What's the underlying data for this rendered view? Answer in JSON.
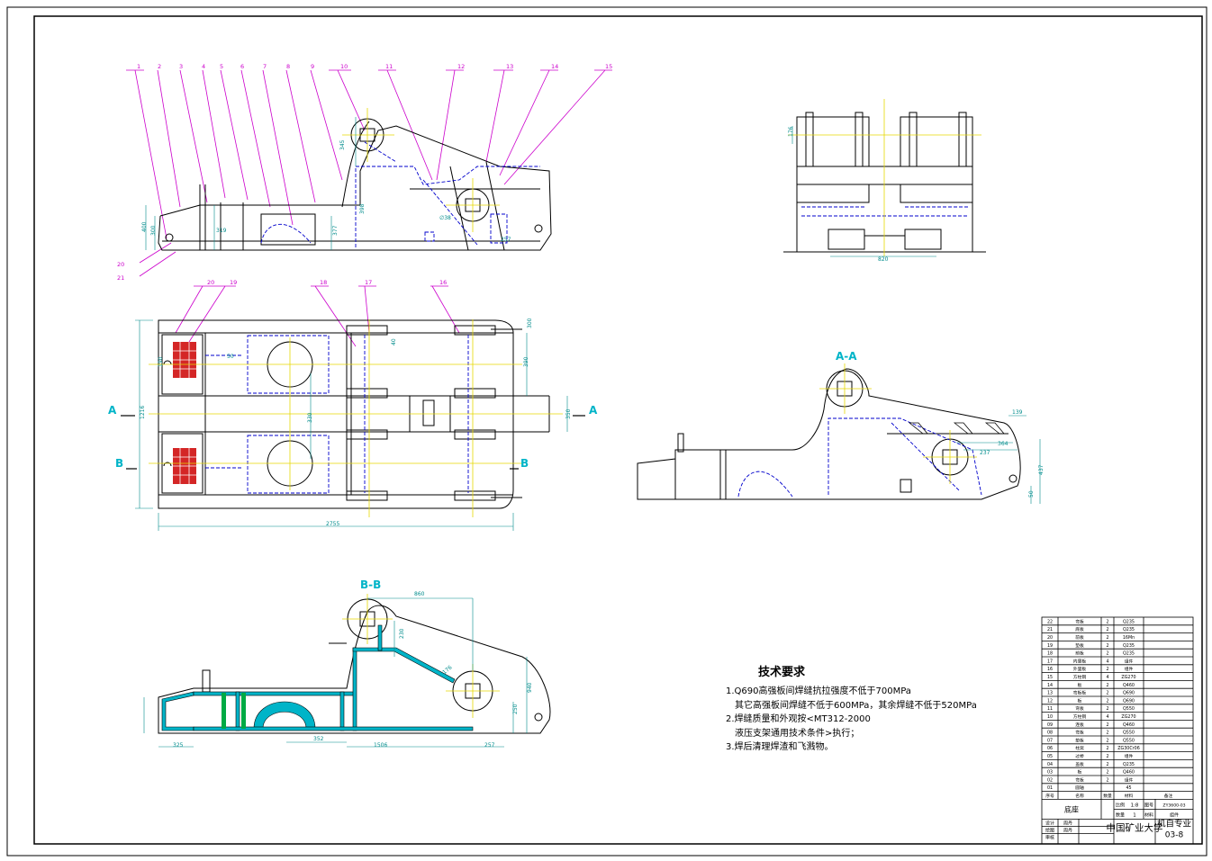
{
  "colors": {
    "outline": "#000000",
    "hidden": "#0000cc",
    "center": "#e6d800",
    "leader": "#cc00cc",
    "dimension": "#008c8c",
    "section_label": "#00b4c8",
    "hatch_red": "#cc0000",
    "weld_green": "#00aa44",
    "section_fill": "#00b4c8"
  },
  "balloons_top": [
    "1",
    "2",
    "3",
    "4",
    "5",
    "6",
    "7",
    "8",
    "9",
    "10",
    "11",
    "12",
    "13",
    "14",
    "15"
  ],
  "balloons_bottom_left": [
    "20",
    "21"
  ],
  "balloons_plan": [
    "20",
    "19",
    "18",
    "17",
    "16"
  ],
  "dims_front": [
    "400",
    "300",
    "319",
    "377",
    "257",
    "345",
    "398",
    "∅38"
  ],
  "dims_end": [
    "176",
    "820"
  ],
  "dims_plan": [
    "2755",
    "1216",
    "350",
    "390",
    "300",
    "40",
    "50",
    "330",
    "190"
  ],
  "dims_aa": [
    "139",
    "364",
    "237",
    "437",
    "50"
  ],
  "dims_bb": [
    "860",
    "325",
    "352",
    "1506",
    "257",
    "940",
    "250",
    "230",
    "176"
  ],
  "section_labels": {
    "aa": "A-A",
    "bb": "B-B",
    "a_left": "A",
    "a_right": "A",
    "b_left": "B",
    "b_right": "B"
  },
  "tech": {
    "title": "技术要求",
    "lines": [
      "1.Q690高强板间焊缝抗拉强度不低于700MPa",
      "其它高强板间焊缝不低于600MPa，其余焊缝不低于520MPa",
      "2.焊缝质量和外观按<MT312-2000",
      "液压支架通用技术条件>执行；",
      "3.焊后清理焊渣和飞溅物。"
    ]
  },
  "bom": {
    "rows": [
      [
        "22",
        "弯板",
        "2",
        "Q235",
        ""
      ],
      [
        "21",
        "底板",
        "2",
        "Q235",
        ""
      ],
      [
        "20",
        "前板",
        "2",
        "16Mn",
        ""
      ],
      [
        "19",
        "垫板",
        "2",
        "Q235",
        ""
      ],
      [
        "18",
        "前板",
        "2",
        "Q235",
        ""
      ],
      [
        "17",
        "内里板",
        "4",
        "组件",
        ""
      ],
      [
        "16",
        "外里板",
        "2",
        "组件",
        ""
      ],
      [
        "15",
        "方柱铜",
        "4",
        "ZG270",
        ""
      ],
      [
        "14",
        "板",
        "2",
        "Q460",
        ""
      ],
      [
        "13",
        "弯板板",
        "2",
        "Q690",
        ""
      ],
      [
        "12",
        "板",
        "2",
        "Q690",
        ""
      ],
      [
        "11",
        "弯板",
        "2",
        "Q550",
        ""
      ],
      [
        "10",
        "方柱铜",
        "4",
        "ZG270",
        ""
      ],
      [
        "09",
        "连板",
        "2",
        "Q460",
        ""
      ],
      [
        "08",
        "弯板",
        "2",
        "Q550",
        ""
      ],
      [
        "07",
        "垫板",
        "2",
        "Q550",
        ""
      ],
      [
        "06",
        "柱窝",
        "2",
        "ZG30Cr06",
        ""
      ],
      [
        "05",
        "过桥",
        "2",
        "组件",
        ""
      ],
      [
        "04",
        "盖板",
        "2",
        "Q235",
        ""
      ],
      [
        "03",
        "板",
        "2",
        "Q460",
        ""
      ],
      [
        "02",
        "弯板",
        "2",
        "组件",
        ""
      ],
      [
        "01",
        "圆轴",
        "",
        "45",
        ""
      ]
    ],
    "header": [
      "序号",
      "名称",
      "数量",
      "材料",
      "备注"
    ],
    "part_name": "底座",
    "scale_label": "比例",
    "scale": "1:8",
    "drawing_no_label": "图号",
    "drawing_no": "ZY3600-03",
    "qty_label": "数量",
    "qty": "1",
    "material_label": "材料",
    "material": "组件",
    "design_label": "设计",
    "design_name": "周丹",
    "draw_label": "绘图",
    "draw_name": "周丹",
    "check_label": "审核",
    "school": "中国矿业大学",
    "major": "机自专业",
    "sheet": "03-8"
  }
}
